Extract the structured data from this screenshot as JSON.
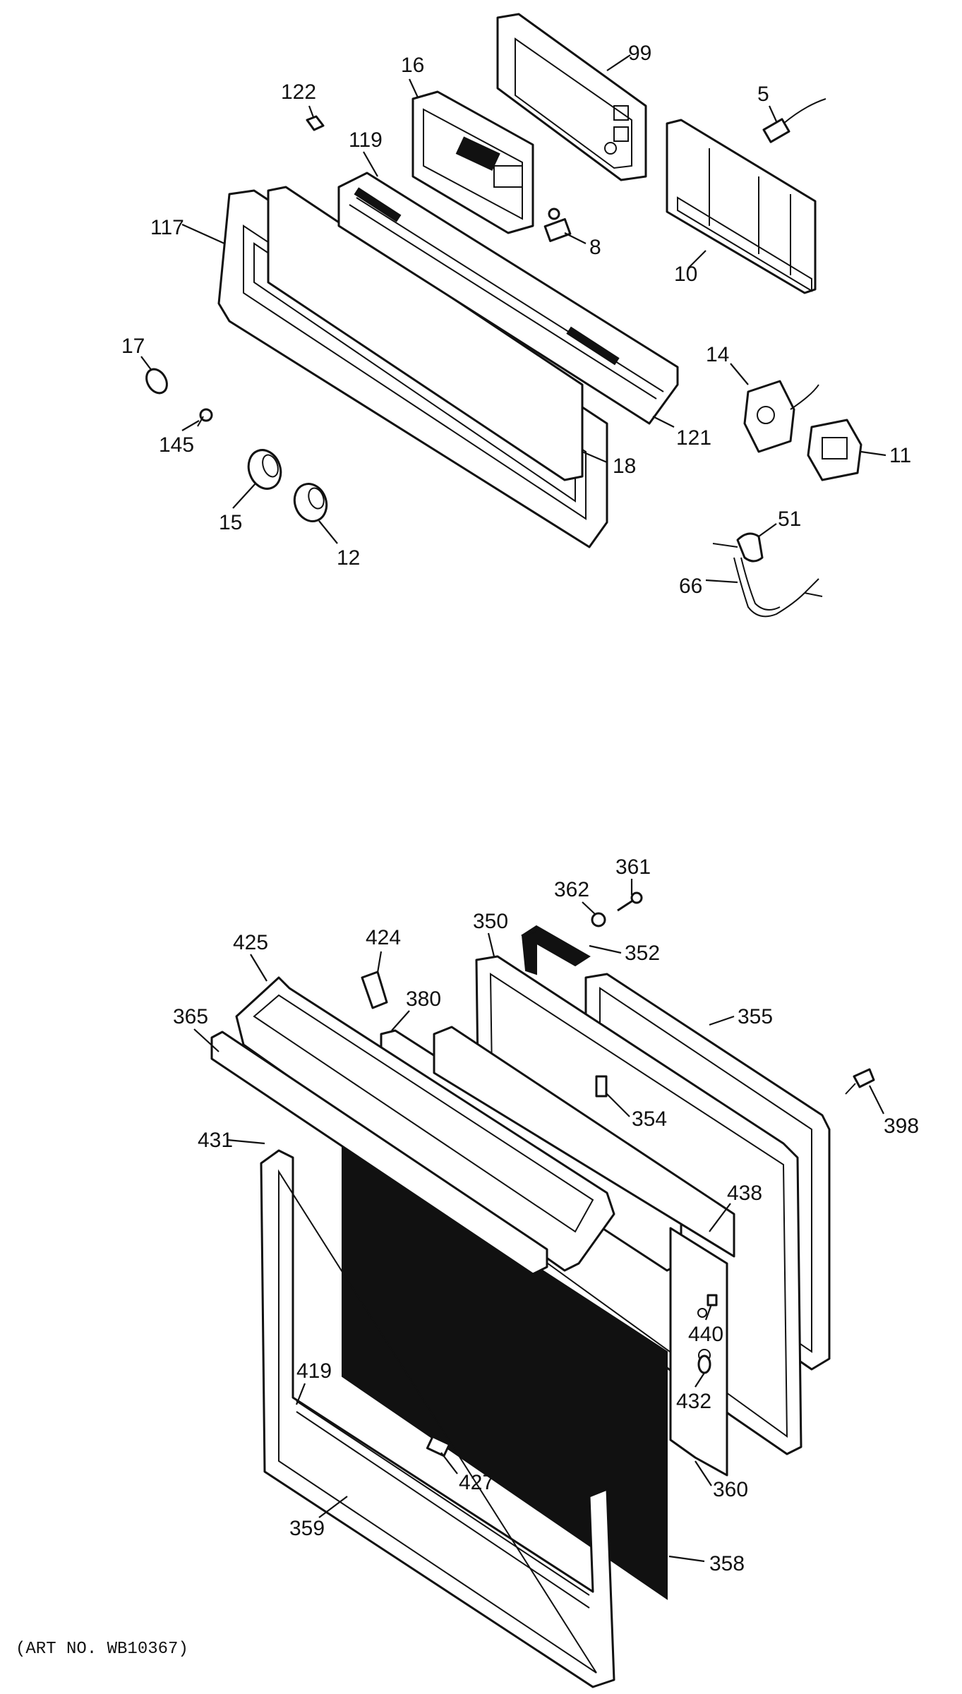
{
  "diagram": {
    "upper_group_labels": [
      "122",
      "16",
      "99",
      "5",
      "119",
      "117",
      "8",
      "10",
      "17",
      "14",
      "145",
      "121",
      "11",
      "18",
      "15",
      "12",
      "51",
      "66"
    ],
    "lower_group_labels": [
      "361",
      "362",
      "350",
      "352",
      "425",
      "424",
      "355",
      "365",
      "380",
      "354",
      "398",
      "431",
      "438",
      "440",
      "419",
      "432",
      "427",
      "360",
      "359",
      "358"
    ],
    "art_number": "(ART NO. WB10367)"
  }
}
